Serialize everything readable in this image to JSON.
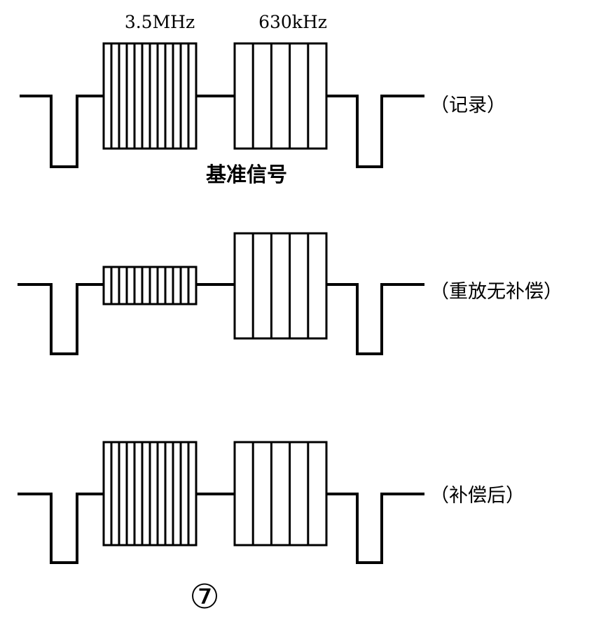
{
  "labels": {
    "freq_luma": "3.5MHz",
    "freq_chroma": "630kHz",
    "reference_signal": "基准信号",
    "figure_number": "⑦"
  },
  "waveforms": [
    {
      "id": "record",
      "label": "（记录）"
    },
    {
      "id": "playback-uncompensated",
      "label": "（重放无补偿）"
    },
    {
      "id": "compensated",
      "label": "（补偿后）"
    }
  ],
  "colors": {
    "ink": "#000000",
    "background": "#ffffff"
  }
}
